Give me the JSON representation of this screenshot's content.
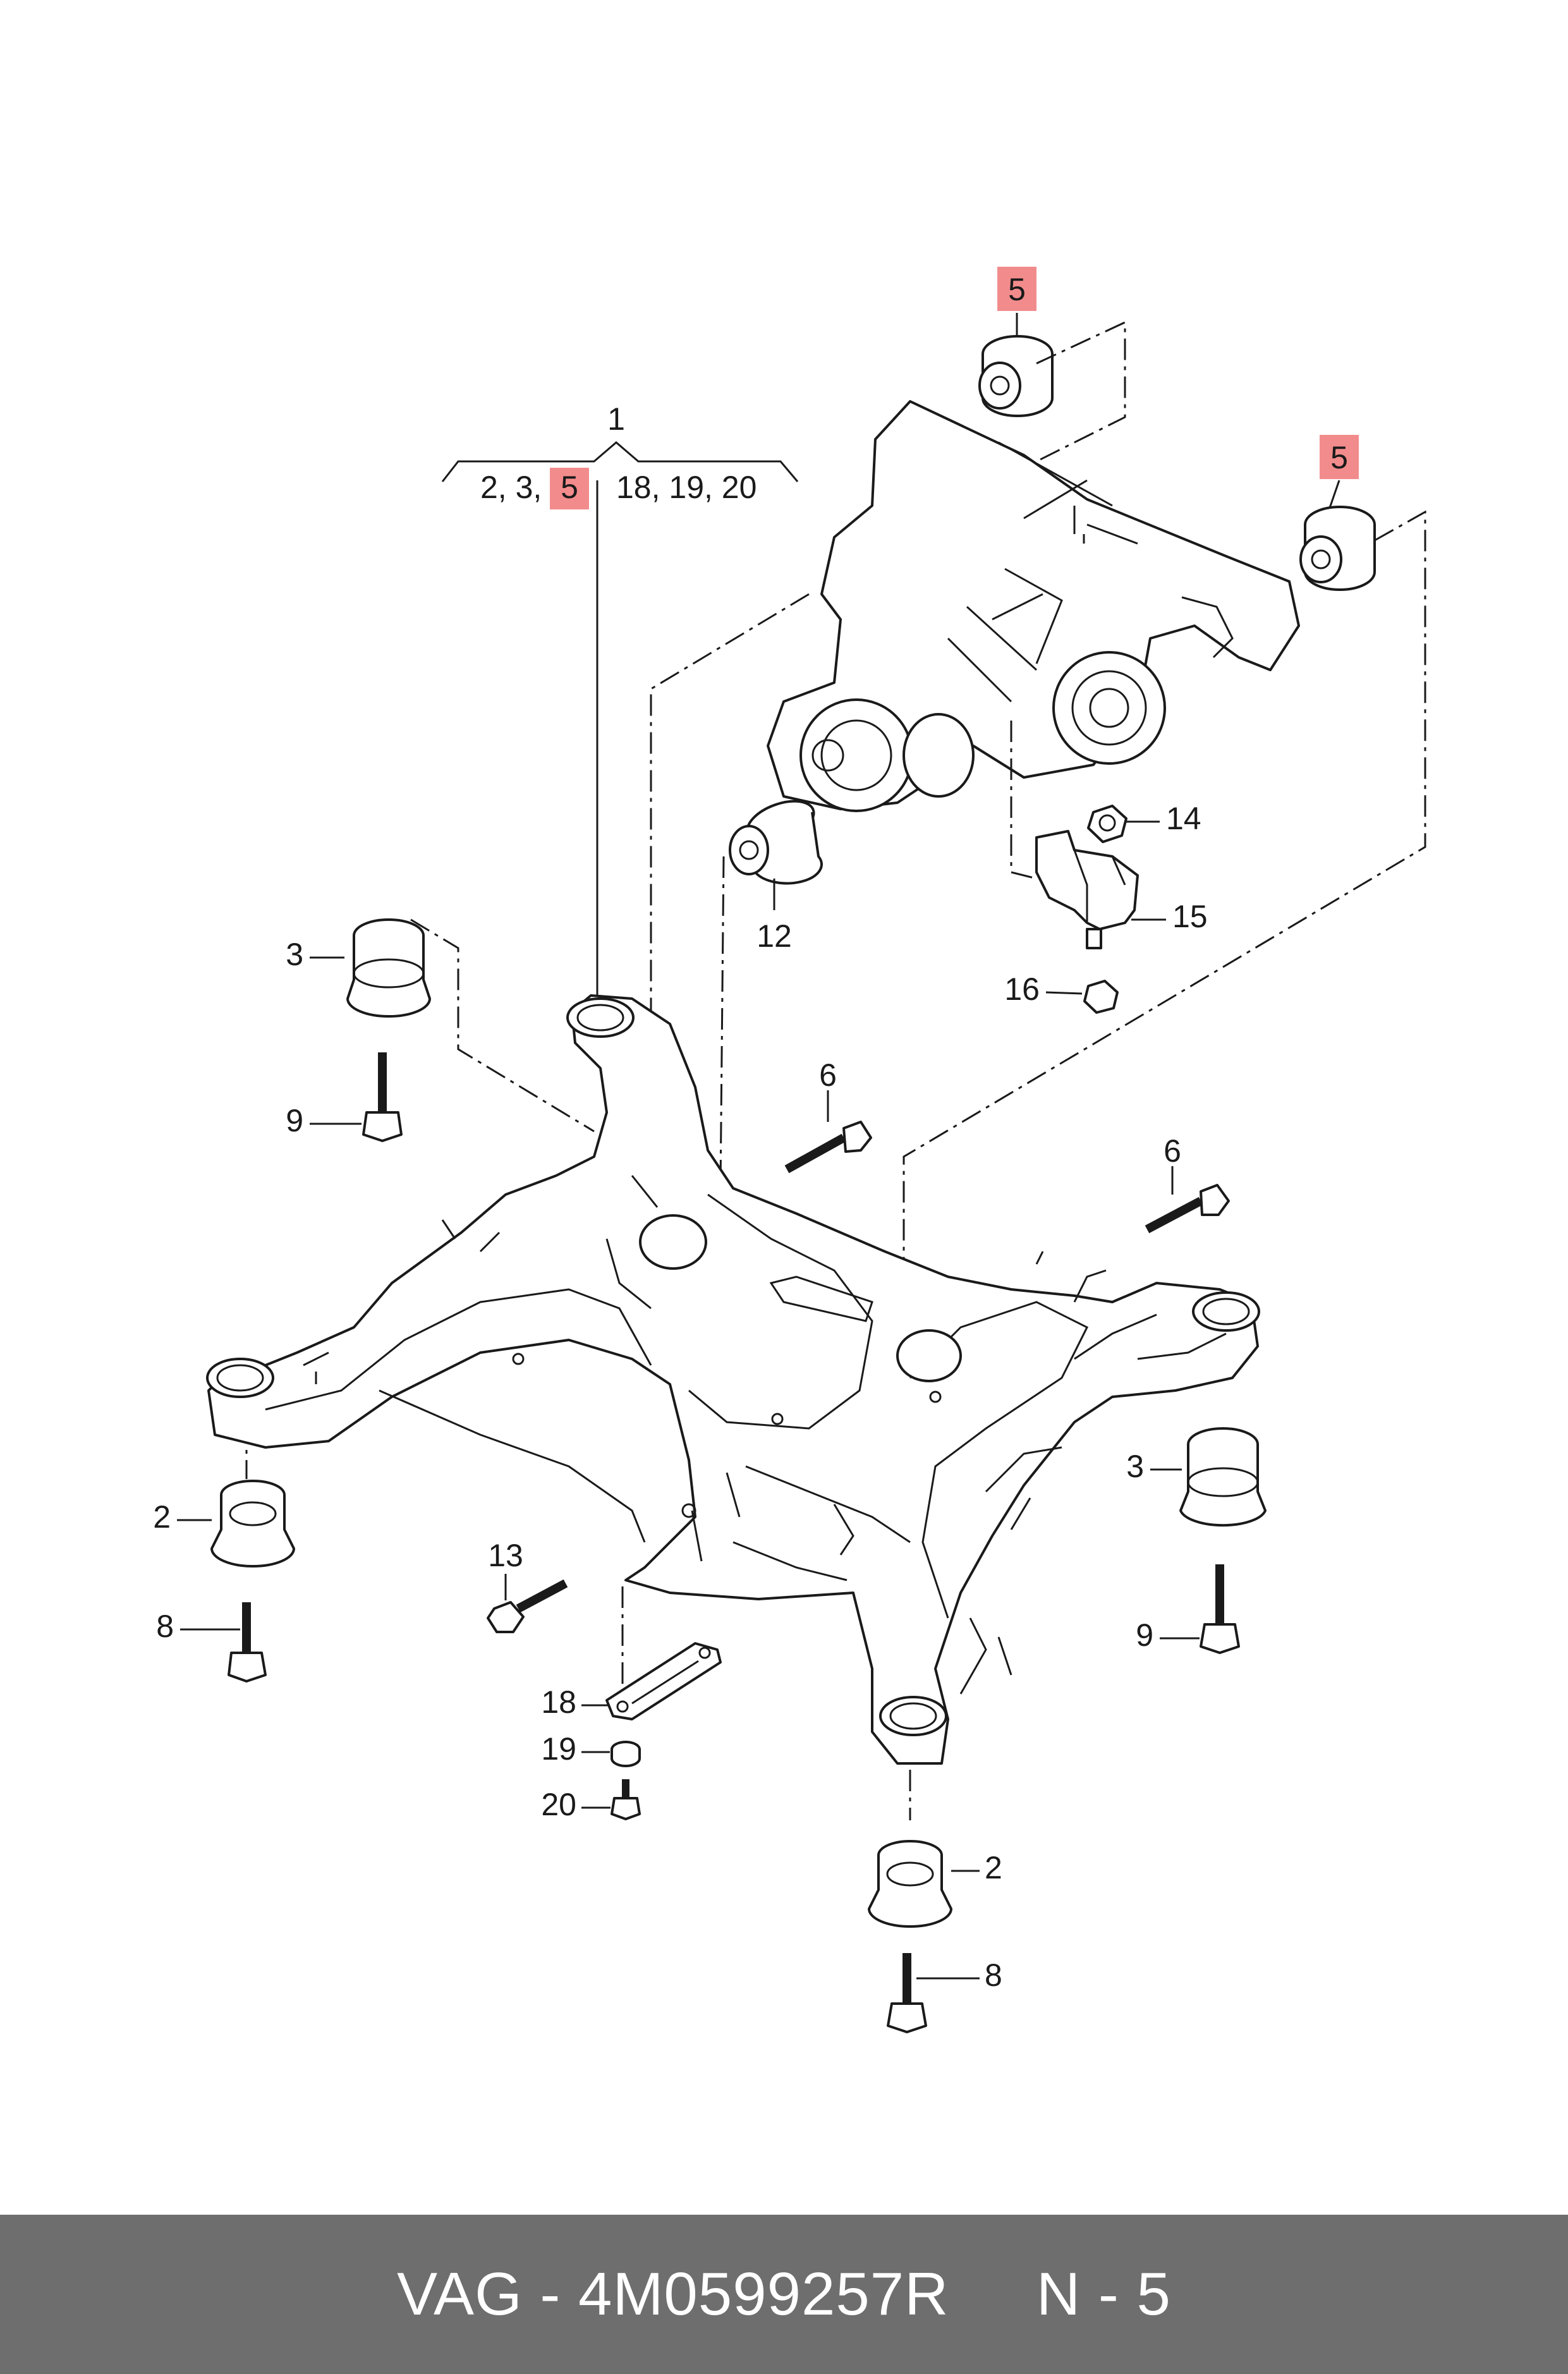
{
  "diagram": {
    "group_label": "1",
    "group_left": "2, 3, ",
    "group_left_highlight": "5",
    "group_right": "18, 19, 20",
    "callouts": [
      {
        "id": "5a",
        "text": "5",
        "highlight": true
      },
      {
        "id": "5b",
        "text": "5",
        "highlight": true
      },
      {
        "id": "14",
        "text": "14"
      },
      {
        "id": "15",
        "text": "15"
      },
      {
        "id": "16",
        "text": "16"
      },
      {
        "id": "12",
        "text": "12"
      },
      {
        "id": "3a",
        "text": "3"
      },
      {
        "id": "9a",
        "text": "9"
      },
      {
        "id": "6a",
        "text": "6"
      },
      {
        "id": "6b",
        "text": "6"
      },
      {
        "id": "2a",
        "text": "2"
      },
      {
        "id": "8a",
        "text": "8"
      },
      {
        "id": "13",
        "text": "13"
      },
      {
        "id": "18",
        "text": "18"
      },
      {
        "id": "19",
        "text": "19"
      },
      {
        "id": "20",
        "text": "20"
      },
      {
        "id": "3b",
        "text": "3"
      },
      {
        "id": "9b",
        "text": "9"
      },
      {
        "id": "2b",
        "text": "2"
      },
      {
        "id": "8b",
        "text": "8"
      }
    ],
    "colors": {
      "highlight": "#f28c8c",
      "line": "#1a1a1a"
    }
  },
  "footer": {
    "text": "VAG - 4M0599257R     N - 5",
    "background": "#6e6e6e"
  }
}
